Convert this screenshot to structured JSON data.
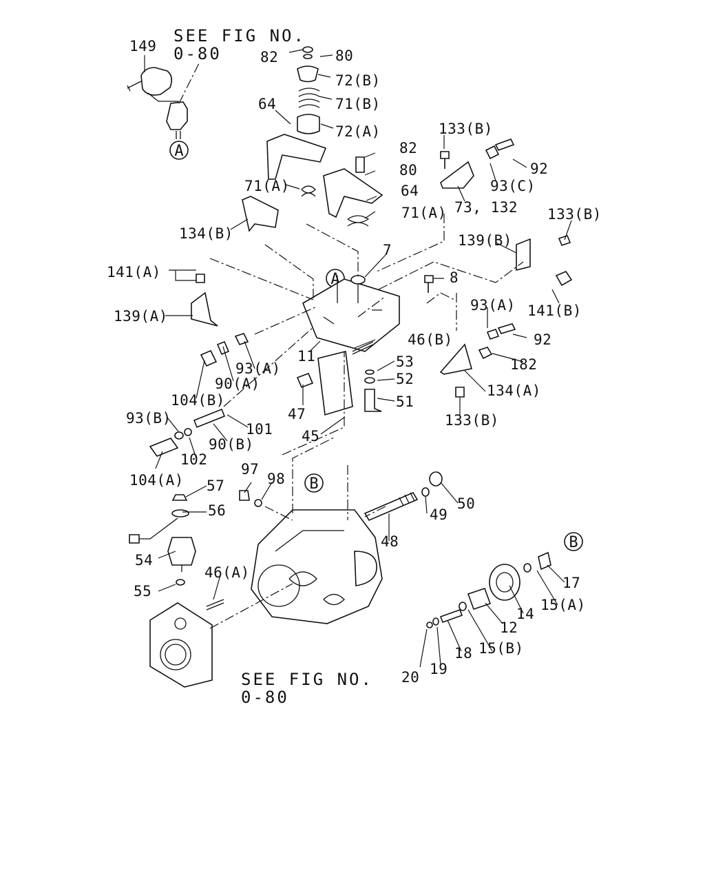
{
  "references": {
    "top": {
      "line1": "SEE FIG NO.",
      "line2": "0-80"
    },
    "bottom": {
      "line1": "SEE FIG NO.",
      "line2": "0-80"
    }
  },
  "markers": {
    "a_top": "A",
    "a_mid": "A",
    "b_mid": "B",
    "b_right": "B"
  },
  "labels": {
    "p149": "149",
    "p82a": "82",
    "p80a": "80",
    "p72b": "72(B)",
    "p71b": "71(B)",
    "p64a": "64",
    "p72a": "72(A)",
    "p133b1": "133(B)",
    "p82b": "82",
    "p80b": "80",
    "p92a": "92",
    "p93c": "93(C)",
    "p71a1": "71(A)",
    "p64b": "64",
    "p73": "73, 132",
    "p71a2": "71(A)",
    "p133b2": "133(B)",
    "p134b": "134(B)",
    "p7": "7",
    "p139b": "139(B)",
    "p141a": "141(A)",
    "p8": "8",
    "p141b": "141(B)",
    "p139a": "139(A)",
    "p93a1": "93(A)",
    "p92b": "92",
    "p46b": "46(B)",
    "p11": "11",
    "p93a2": "93(A)",
    "p182": "182",
    "p53": "53",
    "p52": "52",
    "p90a": "90(A)",
    "p134a": "134(A)",
    "p104b": "104(B)",
    "p51": "51",
    "p47": "47",
    "p133b3": "133(B)",
    "p93b": "93(B)",
    "p101": "101",
    "p45": "45",
    "p90b": "90(B)",
    "p102": "102",
    "p104a": "104(A)",
    "p97": "97",
    "p98": "98",
    "p50": "50",
    "p57": "57",
    "p49": "49",
    "p56": "56",
    "p48": "48",
    "p54": "54",
    "p17": "17",
    "p46a": "46(A)",
    "p15a": "15(A)",
    "p55": "55",
    "p14": "14",
    "p12": "12",
    "p15b": "15(B)",
    "p18": "18",
    "p19": "19",
    "p20": "20"
  }
}
